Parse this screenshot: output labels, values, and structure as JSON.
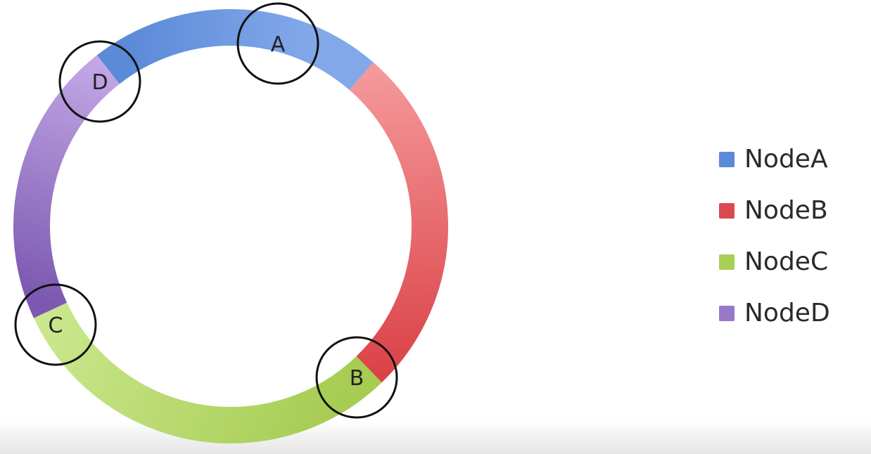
{
  "diagram": {
    "arcs": [
      {
        "node": "A",
        "color": "#5b8ad8",
        "light": "#82a8ea"
      },
      {
        "node": "B",
        "color": "#d93d43",
        "light": "#f59a9c"
      },
      {
        "node": "C",
        "color": "#a6cc52",
        "light": "#cbe88f"
      },
      {
        "node": "D",
        "color": "#7c58b0",
        "light": "#c3a8e6"
      }
    ],
    "nodes": [
      {
        "id": "A",
        "label": "A"
      },
      {
        "id": "B",
        "label": "B"
      },
      {
        "id": "C",
        "label": "C"
      },
      {
        "id": "D",
        "label": "D"
      }
    ]
  },
  "legend": {
    "items": [
      {
        "label": "NodeA",
        "color": "#5b8ad8"
      },
      {
        "label": "NodeB",
        "color": "#d94a50"
      },
      {
        "label": "NodeC",
        "color": "#a9cf55"
      },
      {
        "label": "NodeD",
        "color": "#9a78c8"
      }
    ]
  }
}
